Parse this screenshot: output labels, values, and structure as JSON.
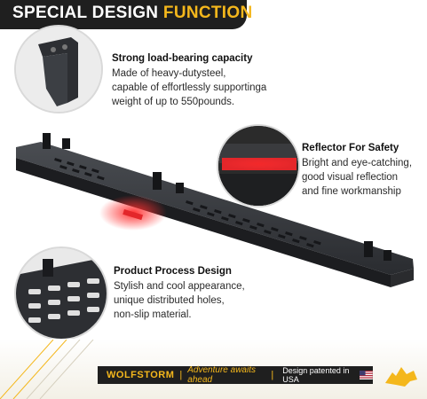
{
  "header": {
    "title_part1": "SPECIAL DESIGN",
    "title_part2": "FUNCTION"
  },
  "features": [
    {
      "title": "Strong load-bearing capacity",
      "lines": [
        "Made of heavy-dutysteel,",
        "capable of effortlessly supportinga",
        "weight of up to 550pounds."
      ]
    },
    {
      "title": "Reflector For Safety",
      "lines": [
        "Bright and eye-catching,",
        "good visual reflection",
        "and fine workmanship"
      ]
    },
    {
      "title": "Product Process Design",
      "lines": [
        "Stylish and cool appearance,",
        "unique distributed holes,",
        "non-slip material."
      ]
    }
  ],
  "footer": {
    "brand": "WOLFSTORM",
    "separator": "|",
    "slogan": "Adventure awaits ahead",
    "patent": "Design patented in USA"
  },
  "colors": {
    "accent": "#f4b71c",
    "dark": "#1f1f1f",
    "reflector": "#e3262a"
  }
}
